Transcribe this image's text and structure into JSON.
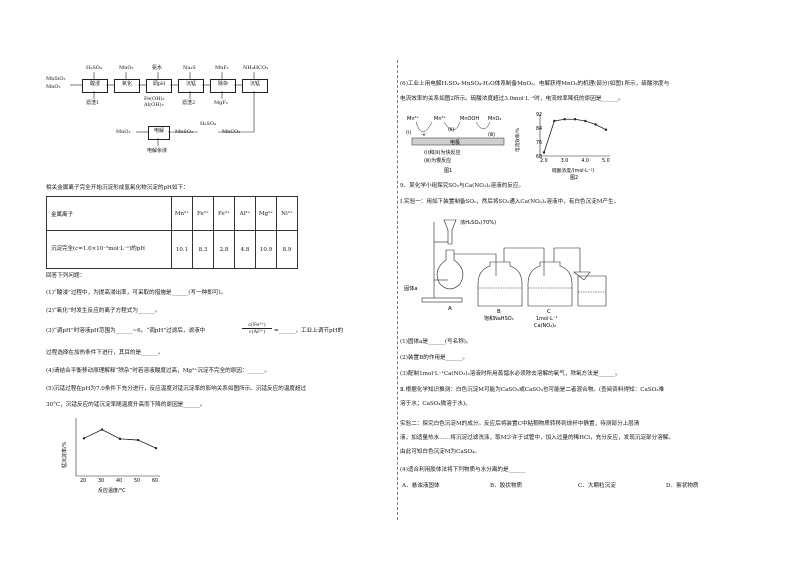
{
  "flow": {
    "raw": [
      "MnSiO₃",
      "MnO₂"
    ],
    "steps": [
      "酸浸",
      "氧化",
      "调pH",
      "沉锰",
      "除杂",
      "沉锰"
    ],
    "reagents": [
      "H₂SO₄",
      "MnO₂",
      "氨水",
      "Na₂S",
      "MnF₂",
      "NH₄HCO₃"
    ],
    "residues": [
      "滤渣1",
      "Fe(OH)₃",
      "Al(OH)₃",
      "滤渣2",
      "MgF₂",
      "滤液"
    ],
    "bottom_products": [
      "MnO₂",
      "电解",
      "MnSO₄",
      "H₂SO₄",
      "MnCO₃"
    ],
    "electrolyte": "电解余液"
  },
  "left": {
    "table_intro": "相关金属离子完全开始沉淀形成氢氧化物沉淀的pH如下：",
    "table": {
      "header": [
        "金属离子",
        "Mn²⁺",
        "Fe²⁺",
        "Fe³⁺",
        "Al³⁺",
        "Mg²⁺",
        "Ni²⁺"
      ],
      "row_label": "沉淀完全(c=1.0×10⁻⁵mol·L⁻¹)的pH",
      "values": [
        "10.1",
        "8.3",
        "2.8",
        "4.8",
        "10.9",
        "8.9"
      ]
    },
    "questions_intro": "回答下列问题：",
    "q1": "(1)“酸浸”过程中，为提高浸出率，可采取的措施是______(写一种即可)。",
    "q2": "(2)“氧化”时发生反应的离子方程式为______。",
    "q3a": "(3)“调pH”时溶液pH范围为______~6。“调pH”过滤后，滤液中",
    "q3frac_top": "c(Fe³⁺)",
    "q3frac_bottom": "c(Al³⁺)",
    "q3b": "=______，工业上调节pH的",
    "q3c": "过程选择在加热条件下进行，其目的是______。",
    "q4": "(4)请结合平衡移动原理解释“除杂”时若溶液酸度过高，Mg²⁺沉淀不完全的原因：______。",
    "q5a": "(5)沉锰过程在pH为7.0条件下充分进行，反应温度对锰沉淀率的影响关系如图所示。沉锰反应的温度超过",
    "q5b": "30°C，沉锰反应的锰沉淀率随温度升高而下降的原因是______。"
  },
  "chart1": {
    "chart_data": {
      "type": "line",
      "x": [
        20,
        30,
        40,
        50,
        60
      ],
      "y": [
        65,
        80,
        64,
        62,
        48
      ],
      "xlabel": "反应温度/°C",
      "ylabel": "锰沉淀率/%",
      "xticks": [
        "20",
        "30",
        "40",
        "50",
        "60"
      ]
    }
  },
  "right": {
    "q6a": "(6)工业上用电解H₂SO₄-MnSO₄-H₂O体系制备MnO₂。电解获得MnO₂的机理(部分)如图1所示，硫酸浓度与",
    "q6b": "电流效率的关系如图2所示。硫酸浓度超过3.0mol·L⁻¹时，电流效率降低的原因是______。",
    "fig1": {
      "labels": [
        "Mn²⁺",
        "Mn³⁺",
        "MnOOH",
        "MnO₂",
        "(ⅰ)",
        "(ⅱ)",
        "(ⅲ)",
        "-e⁻",
        "电极"
      ],
      "caption1": "(ⅰ)和(ⅱ)为快反应",
      "caption2": "(ⅲ)为慢反应",
      "name": "图1"
    },
    "fig2": {
      "name": "图2",
      "chart_data": {
        "type": "line",
        "x": [
          2.0,
          2.5,
          3.0,
          3.5,
          4.0,
          4.5,
          5.0
        ],
        "y": [
          70,
          88,
          89,
          89,
          88,
          86,
          83
        ],
        "xlabel": "硫酸浓度/(mol·L⁻¹)",
        "ylabel": "电流效率/%",
        "xticks": [
          "2.0",
          "3.0",
          "4.0",
          "5.0"
        ],
        "yticks": [
          "68",
          "76",
          "84",
          "92"
        ]
      }
    },
    "q9": "9．某化学小组探究SO₂与Ca(NO₃)₂溶液的反应。",
    "exp1": "Ⅰ.实验一：用如下装置制备SO₂，然后将SO₂通入Ca(NO₃)₂溶液中，有白色沉淀M产生。",
    "apparatus": {
      "acid": "浓H₂SO₄(70%)",
      "stand": "固体a",
      "a": "A",
      "b": "B",
      "c": "C",
      "b_sol": "饱和NaHSO₃",
      "c_sol1": "1mol·L⁻¹",
      "c_sol2": "Ca(NO₃)₂"
    },
    "s1": "(1)固体a是______(写名称)。",
    "s2": "(2)装置B的作用是______。",
    "s3": "(3)配制1mol·L⁻¹Ca(NO₃)₂溶液时所用蒸馏水必须除去溶解的氧气，除氧方法是______。",
    "s4a": "Ⅱ.根据化学知识推测：白色沉淀M可能为CaSO₃或CaSO₄也可能是二者混合物。(查阅资料得知：CaSO₃难",
    "s4b": "溶于水；CaSO₄微溶于水)。",
    "s5a": "实验二：探究白色沉淀M的成分。反应后将装置C中粘稠物质转移到烧杯中静置，待测部分上层清",
    "s5b": "液，加适量热水……将沉淀过滤洗涤，取M少许于试管中，加入过量的稀HCl，充分反应，发现沉淀部分溶解。",
    "s5c": "由此可知白色沉淀M为CaSO₄。",
    "s6": "(4)适合利用胶体法将下列物质与水分离的是______",
    "options": [
      "A．悬浊液固体",
      "B．胶状物质",
      "C．大颗粒沉淀",
      "D．絮状物质"
    ]
  }
}
